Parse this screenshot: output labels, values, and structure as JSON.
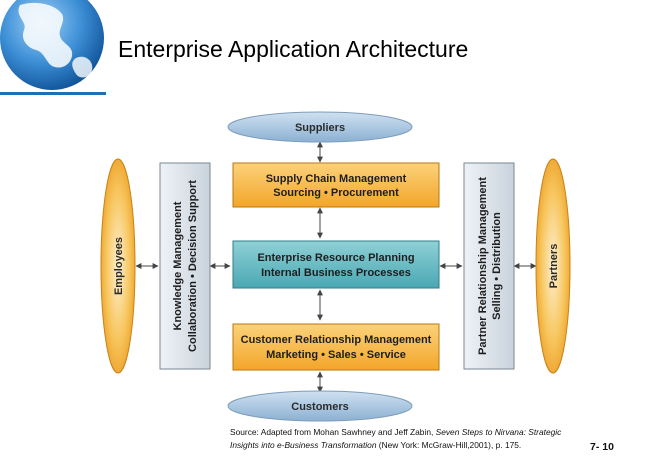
{
  "slide": {
    "title": "Enterprise Application Architecture",
    "page_number": "7- 10"
  },
  "diagram": {
    "suppliers": "Suppliers",
    "customers": "Customers",
    "employees": "Employees",
    "partners": "Partners",
    "scm": {
      "line1": "Supply Chain Management",
      "line2": "Sourcing • Procurement"
    },
    "erp": {
      "line1": "Enterprise Resource Planning",
      "line2": "Internal Business Processes"
    },
    "crm": {
      "line1": "Customer Relationship Management",
      "line2": "Marketing • Sales • Service"
    },
    "km": {
      "line1": "Knowledge Management",
      "line2": "Collaboration • Decision Support"
    },
    "prm": {
      "line1": "Partner Relationship Management",
      "line2": "Selling • Distribution"
    }
  },
  "source": {
    "prefix": "Source: Adapted from Mohan Sawhney and Jeff Zabin, ",
    "book_title_1": "Seven Steps to Nirvana: Strategic",
    "book_title_2": "Insights into e-Business Transformation",
    "suffix": " (New York: McGraw-Hill,2001), p. 175."
  }
}
